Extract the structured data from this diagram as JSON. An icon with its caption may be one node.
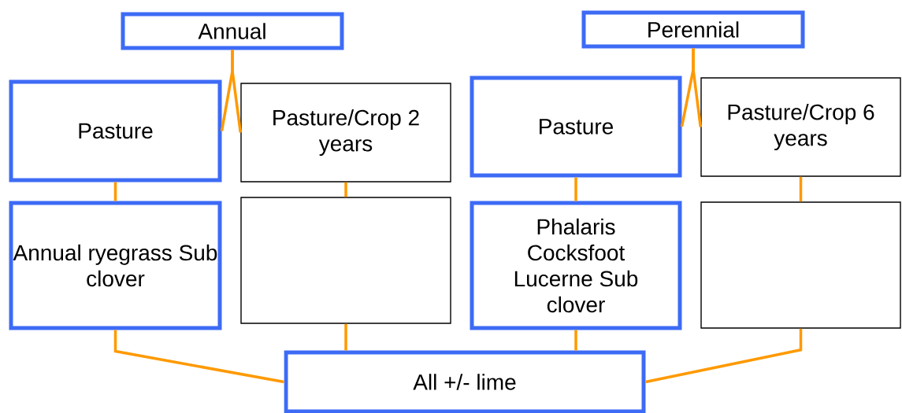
{
  "diagram": {
    "nodes": [
      {
        "text": [
          "Annual"
        ]
      },
      {
        "text": [
          "Perennial"
        ]
      },
      {
        "text": [
          "Pasture"
        ]
      },
      {
        "text": [
          "Pasture/Crop 2 years"
        ]
      },
      {
        "text": [
          "Pasture"
        ]
      },
      {
        "text": [
          "Pasture/Crop 6 years"
        ]
      },
      {
        "text": [
          "Annual ryegrass Sub clover"
        ]
      },
      {
        "text": [],
        "shape": "box"
      },
      {
        "text": [
          "Phalaris Cocksfoot Lucerne Sub clover"
        ]
      },
      {
        "text": [],
        "shape": "box"
      },
      {
        "text": [
          "All +/- lime"
        ]
      }
    ],
    "edges": [
      {
        "from": 0,
        "to": 2,
        "arrow": "none"
      },
      {
        "from": 0,
        "to": 3,
        "arrow": "none"
      },
      {
        "from": 1,
        "to": 4,
        "arrow": "none"
      },
      {
        "from": 1,
        "to": 5,
        "arrow": "none"
      },
      {
        "from": 2,
        "to": 6,
        "arrow": "none"
      },
      {
        "from": 3,
        "to": 7,
        "arrow": "none"
      },
      {
        "from": 4,
        "to": 8,
        "arrow": "none"
      },
      {
        "from": 5,
        "to": 9,
        "arrow": "none"
      },
      {
        "from": 6,
        "to": 10,
        "arrow": "none"
      },
      {
        "from": 7,
        "to": 10,
        "arrow": "none"
      },
      {
        "from": 8,
        "to": 10,
        "arrow": "none"
      },
      {
        "from": 9,
        "to": 10,
        "arrow": "none"
      }
    ]
  }
}
